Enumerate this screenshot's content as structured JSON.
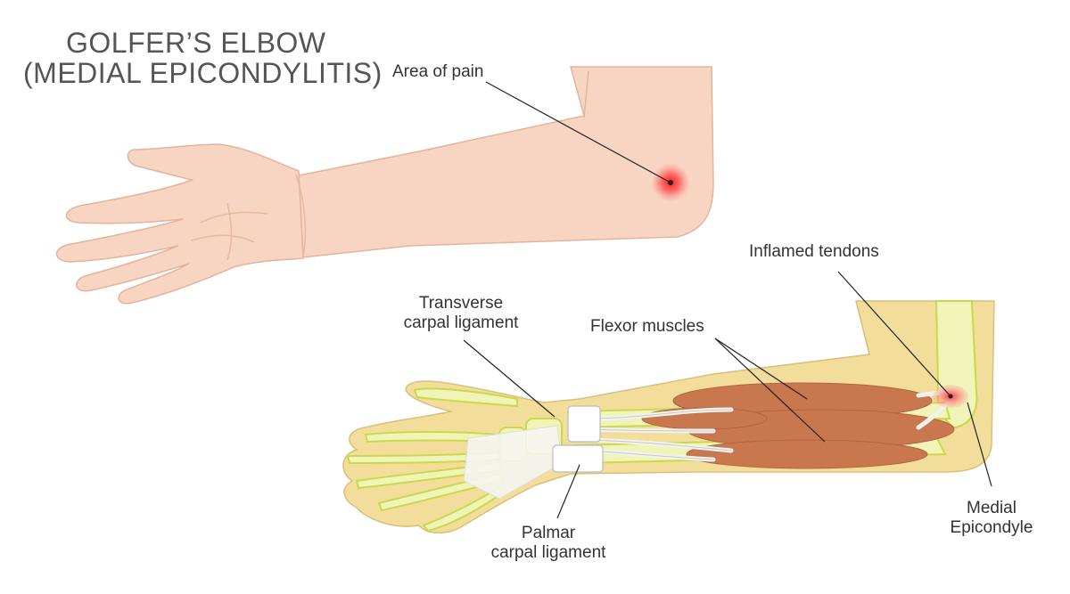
{
  "title": {
    "line1": "GOLFER’S ELBOW",
    "line2": "(MEDIAL EPICONDYLITIS)"
  },
  "labels": {
    "area_of_pain": "Area of pain",
    "inflamed_tendons": "Inflamed tendons",
    "transverse_line1": "Transverse",
    "transverse_line2": "carpal ligament",
    "flexor_muscles": "Flexor muscles",
    "medial_line1": "Medial",
    "medial_line2": "Epicondyle",
    "palmar_line1": "Palmar",
    "palmar_line2": "carpal ligament"
  },
  "colors": {
    "skin": "#f8d5c2",
    "skin_outline": "#e2b49c",
    "pain": "#ff2a2a",
    "tissue": "#f3dd9a",
    "bone_outline": "#c9d94a",
    "muscle": "#c9774f",
    "tendon": "#f2f2ee"
  }
}
